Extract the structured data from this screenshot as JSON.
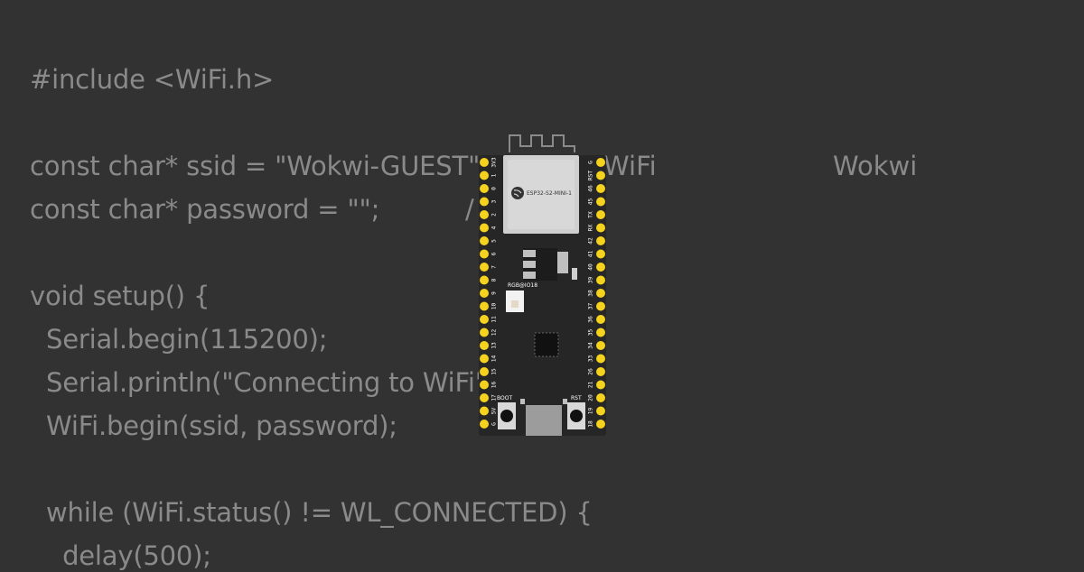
{
  "code": {
    "lines": [
      "#include <WiFi.h>",
      "",
      "const char* ssid = \"Wokwi-GUEST\";",
      "const char* password = \"\";",
      "",
      "void setup() {",
      "  Serial.begin(115200);",
      "  Serial.println(\"Connecting to WiFi\");",
      "  WiFi.begin(ssid, password);",
      "",
      "  while (WiFi.status() != WL_CONNECTED) {",
      "    delay(500);"
    ],
    "comment_fragments": [
      "WiFi",
      "Wokwi",
      "/"
    ]
  },
  "board": {
    "module_label": "ESP32-S2-MINI-1",
    "led_label": "RGB@IO18",
    "boot_label": "BOOT",
    "rst_label": "RST",
    "left_pins": [
      "3V3",
      "1",
      "0",
      "3",
      "2",
      "4",
      "5",
      "6",
      "7",
      "8",
      "9",
      "10",
      "11",
      "12",
      "13",
      "14",
      "15",
      "16",
      "17",
      "5V",
      "G"
    ],
    "right_pins": [
      "G",
      "RST",
      "46",
      "45",
      "TX",
      "RX",
      "42",
      "41",
      "40",
      "39",
      "38",
      "37",
      "36",
      "35",
      "34",
      "33",
      "26",
      "21",
      "20",
      "19",
      "18"
    ],
    "colors": {
      "pcb": "#262626",
      "pin": "#f4d21e",
      "module": "#cfcfcf"
    }
  }
}
